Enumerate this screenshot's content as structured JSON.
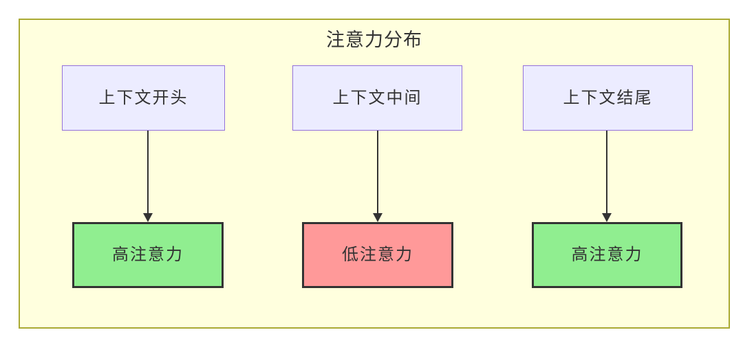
{
  "diagram": {
    "cluster_title": "注意力分布",
    "flows": [
      {
        "source": "上下文开头",
        "target": "高注意力",
        "attention": "high"
      },
      {
        "source": "上下文中间",
        "target": "低注意力",
        "attention": "low"
      },
      {
        "source": "上下文结尾",
        "target": "高注意力",
        "attention": "high"
      }
    ],
    "colors": {
      "cluster_bg": "#ffffde",
      "cluster_border": "#aaaa33",
      "source_node_bg": "#ececff",
      "source_node_border": "#9370db",
      "high_attention_bg": "#90ee90",
      "low_attention_bg": "#ff9999",
      "result_node_border": "#333333",
      "arrow_color": "#333333",
      "text_color": "#333333"
    }
  }
}
